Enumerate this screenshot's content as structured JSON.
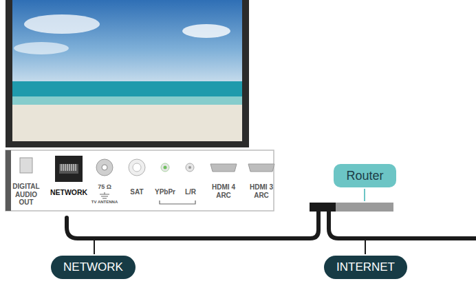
{
  "diagram": {
    "nodes": [
      {
        "text": [
          "Router"
        ]
      },
      {
        "text": [
          "NETWORK"
        ]
      },
      {
        "text": [
          "INTERNET"
        ]
      }
    ],
    "labels": [
      "DIGITAL AUDIO OUT",
      "NETWORK",
      "75 Ω",
      "TV ANTENNA",
      "SAT",
      "YPbPr",
      "L/R",
      "HDMI 4 ARC",
      "HDMI 3 ARC"
    ]
  }
}
